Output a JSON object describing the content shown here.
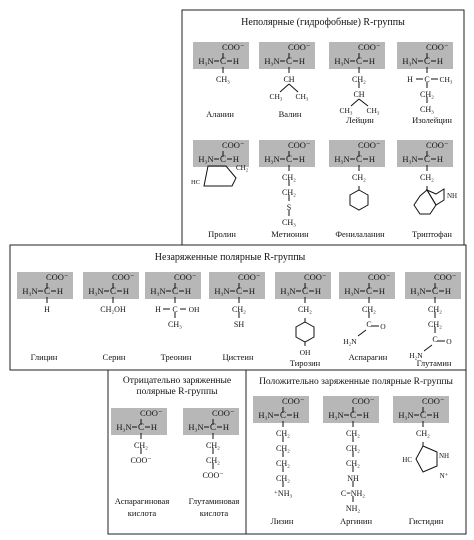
{
  "groups": {
    "nonpolar": "Неполярные (гидрофобные) R-группы",
    "polar": "Незаряженные полярные R-группы",
    "negative_1": "Отрицательно заряженные",
    "negative_2": "полярные R-группы",
    "positive": "Положительно заряженные полярные R-группы"
  },
  "names": {
    "ala": "Аланин",
    "val": "Валин",
    "leu": "Лейцин",
    "ile": "Изолейцин",
    "pro": "Пролин",
    "met": "Метионин",
    "phe": "Фенилаланин",
    "trp": "Триптофан",
    "gly": "Глицин",
    "ser": "Серин",
    "thr": "Треонин",
    "cys": "Цистеин",
    "tyr": "Тирозин",
    "asn": "Аспарагин",
    "gln": "Глутамин",
    "asp_1": "Аспарагиновая",
    "asp_2": "кислота",
    "glu_1": "Глутаминовая",
    "glu_2": "кислота",
    "lys": "Лизин",
    "arg": "Аргинин",
    "his": "Гистидин"
  },
  "atoms": {
    "coo": "COO⁻",
    "h3n": "H₃N",
    "c": "C",
    "h": "H",
    "ch3": "CH₃",
    "ch": "CH",
    "ch2": "CH₂",
    "ch2oh": "CH₂OH",
    "oh": "OH",
    "sh": "SH",
    "s": "S",
    "nh": "NH",
    "nh2": "NH₂",
    "nh3": "⁺NH₃",
    "h2n": "H₂N",
    "o": "O",
    "n": "N",
    "cq": "C",
    "hc": "HC",
    "npl": "N⁺",
    "cnh2": "C=NH₂"
  }
}
